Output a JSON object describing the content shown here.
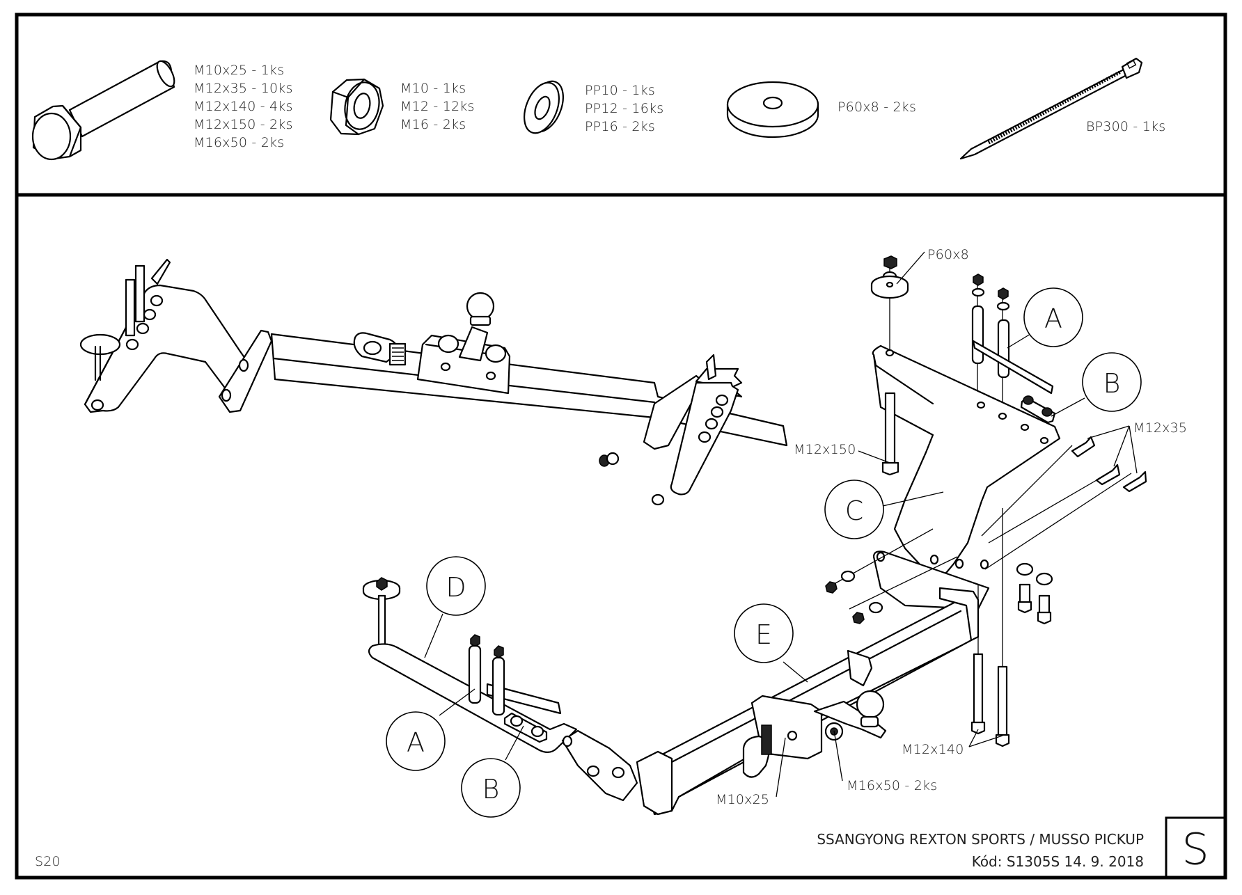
{
  "parts_list": {
    "bolts": {
      "icon": "hex-bolt-icon",
      "items": [
        "M10x25 - 1ks",
        "M12x35 - 10ks",
        "M12x140 - 4ks",
        "M12x150 - 2ks",
        "M16x50 - 2ks"
      ]
    },
    "nuts": {
      "icon": "hex-nut-icon",
      "items": [
        "M10 - 1ks",
        "M12 - 12ks",
        "M16 - 2ks"
      ]
    },
    "washers": {
      "icon": "washer-icon",
      "items": [
        "PP10 - 1ks",
        "PP12 - 16ks",
        "PP16 - 2ks"
      ]
    },
    "spacer": {
      "icon": "large-washer-icon",
      "items": [
        "P60x8 - 2ks"
      ]
    },
    "cable_tie": {
      "icon": "cable-tie-icon",
      "items": [
        "BP300 - 1ks"
      ]
    }
  },
  "callouts": {
    "p60x8": "P60x8",
    "m12x150": "M12x150",
    "m12x35": "M12x35",
    "m12x140": "M12x140",
    "m10x25": "M10x25",
    "m16x50": "M16x50 - 2ks"
  },
  "bubbles": {
    "a_top": "A",
    "b_top": "B",
    "c": "C",
    "d": "D",
    "a_bottom": "A",
    "b_bottom": "B",
    "e": "E"
  },
  "title_block": {
    "vehicle": "SSANGYONG REXTON SPORTS / MUSSO PICKUP",
    "code_date": "Kód: S1305S  14. 9. 2018",
    "series_letter": "S",
    "sheet_id": "S20"
  }
}
